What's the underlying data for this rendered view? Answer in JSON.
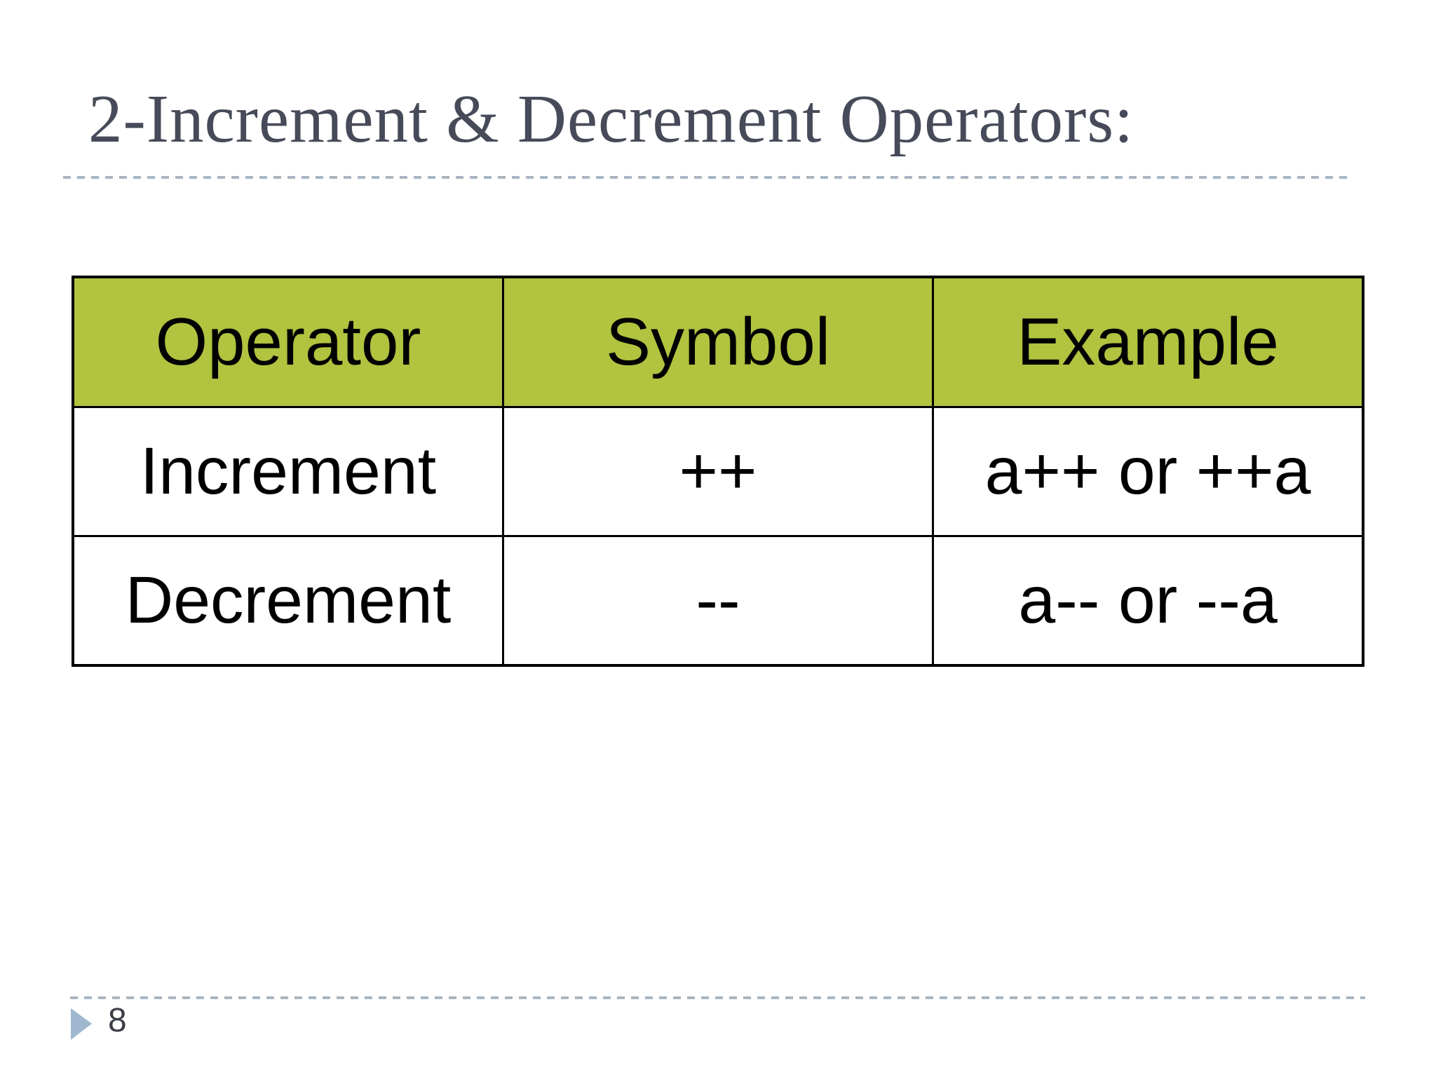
{
  "slide": {
    "title": "2-Increment & Decrement Operators:",
    "page_number": "8"
  },
  "table": {
    "headers": [
      "Operator",
      "Symbol",
      "Example"
    ],
    "rows": [
      [
        "Increment",
        "++",
        "a++ or ++a"
      ],
      [
        "Decrement",
        "--",
        "a-- or --a"
      ]
    ]
  },
  "icons": {
    "footer_marker": "right-pointing-triangle"
  },
  "colors": {
    "header_bg": "#b1c33f",
    "title_text": "#474b59",
    "table_border": "#000000",
    "cell_text": "#000000",
    "dashed_divider": "#a9b6c2",
    "footer_marker": "#9fb8d0",
    "page_number_text": "#3b3e48",
    "background": "#ffffff"
  }
}
